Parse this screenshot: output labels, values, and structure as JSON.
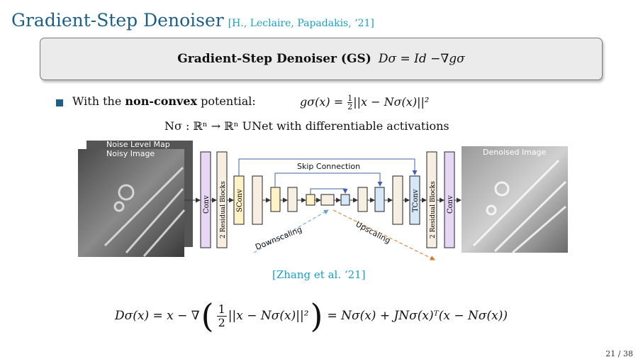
{
  "slide": {
    "title": "Gradient-Step Denoiser",
    "title_cite": "[H., Leclaire, Papadakis, ‘21]",
    "page_number": "21 / 38"
  },
  "definition_box": {
    "label": "Gradient-Step Denoiser (GS)",
    "equation": "Dσ = Id −∇gσ"
  },
  "bullet": {
    "text_before": "With the ",
    "text_bold": "non-convex",
    "text_after": " potential:",
    "equation_lhs": "gσ(x) = ",
    "equation_rhs": "||x − Nσ(x)||²"
  },
  "network_line": {
    "text": "Nσ : ℝⁿ → ℝⁿ UNet with differentiable activations"
  },
  "diagram": {
    "input_labels": [
      "Noise Level Map",
      "Noisy Image"
    ],
    "output_label": "Denoised Image",
    "skip_label": "Skip Connection",
    "downscaling_label": "Downscaling",
    "upscaling_label": "Upscaling",
    "blocks": [
      "Conv",
      "2 Residual Blocks",
      "SConv",
      "TConv",
      "2 Residual Blocks",
      "Conv"
    ],
    "citation": "[Zhang et al. ‘21]"
  },
  "formula": {
    "lhs": "Dσ(x) = x − ∇",
    "inner": "||x − Nσ(x)||²",
    "rhs": "= Nσ(x) + JNσ(x)ᵀ(x − Nσ(x))"
  },
  "colors": {
    "title": "#1d5f86",
    "citation": "#1aa0c8",
    "conv_fill": "#e6d8f4",
    "res_fill": "#f6efe2",
    "sconv_fill": "#fff2c6",
    "tconv_fill": "#d6e8f7",
    "skip_arrow": "#3f62a8",
    "down_arrow": "#6aa0d8",
    "up_arrow": "#d9772a"
  }
}
